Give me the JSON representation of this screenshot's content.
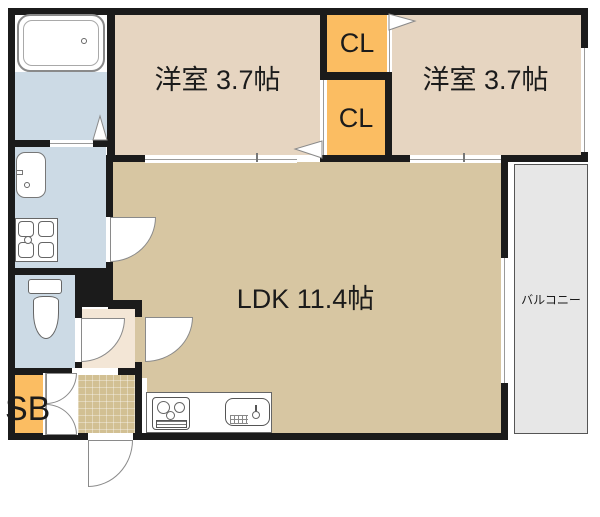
{
  "plan": {
    "room1_label": "洋室 3.7帖",
    "room2_label": "洋室 3.7帖",
    "ldk_label": "LDK 11.4帖",
    "closet1_label": "CL",
    "closet2_label": "CL",
    "shoebox_label": "SB",
    "balcony_label": "バルコニー"
  },
  "colors": {
    "wall": "#1b1b1b",
    "room": "#e6d5c1",
    "ldk": "#d7c6a2",
    "closet": "#fbbd62",
    "wet": "#ccdae5",
    "hall": "#f3e6d6",
    "genkan": "#d2c093",
    "balcony": "#e7e7e7",
    "text": "#1b1b1b"
  },
  "icons": {
    "bathtub-icon": "rounded-rect",
    "washbasin-icon": "rounded-rect",
    "washer-pan-icon": "square-grid",
    "toilet-icon": "tank-and-bowl",
    "stove-icon": "burner-circles",
    "kitchen-sink-icon": "rounded-rect",
    "door-swing-icon": "quarter-circle",
    "folding-door-icon": "triangle",
    "sliding-door-icon": "thin-double-line"
  }
}
